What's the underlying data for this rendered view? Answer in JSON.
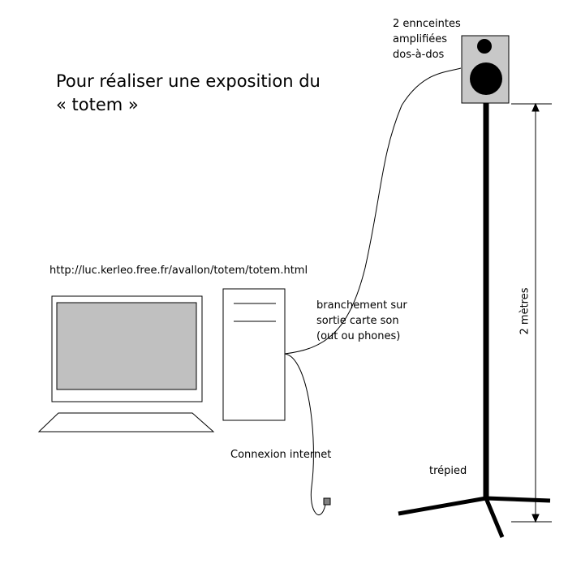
{
  "diagram": {
    "title_lines": [
      "Pour réaliser une exposition du",
      "« totem »"
    ],
    "url": "http://luc.kerleo.free.fr/avallon/totem/totem.html",
    "speakers_label_lines": [
      "2 ennceintes",
      "amplifiées",
      "dos-à-dos"
    ],
    "connection_label_lines": [
      "branchement sur",
      "sortie carte son",
      "(out ou phones)"
    ],
    "internet_label": "Connexion internet",
    "tripod_label": "trépied",
    "height_label": "2 mètres",
    "colors": {
      "stroke": "#000000",
      "screen_fill": "#c0c0c0",
      "speaker_fill": "#c8c8c8",
      "plug_fill": "#808080",
      "background": "#ffffff"
    }
  }
}
